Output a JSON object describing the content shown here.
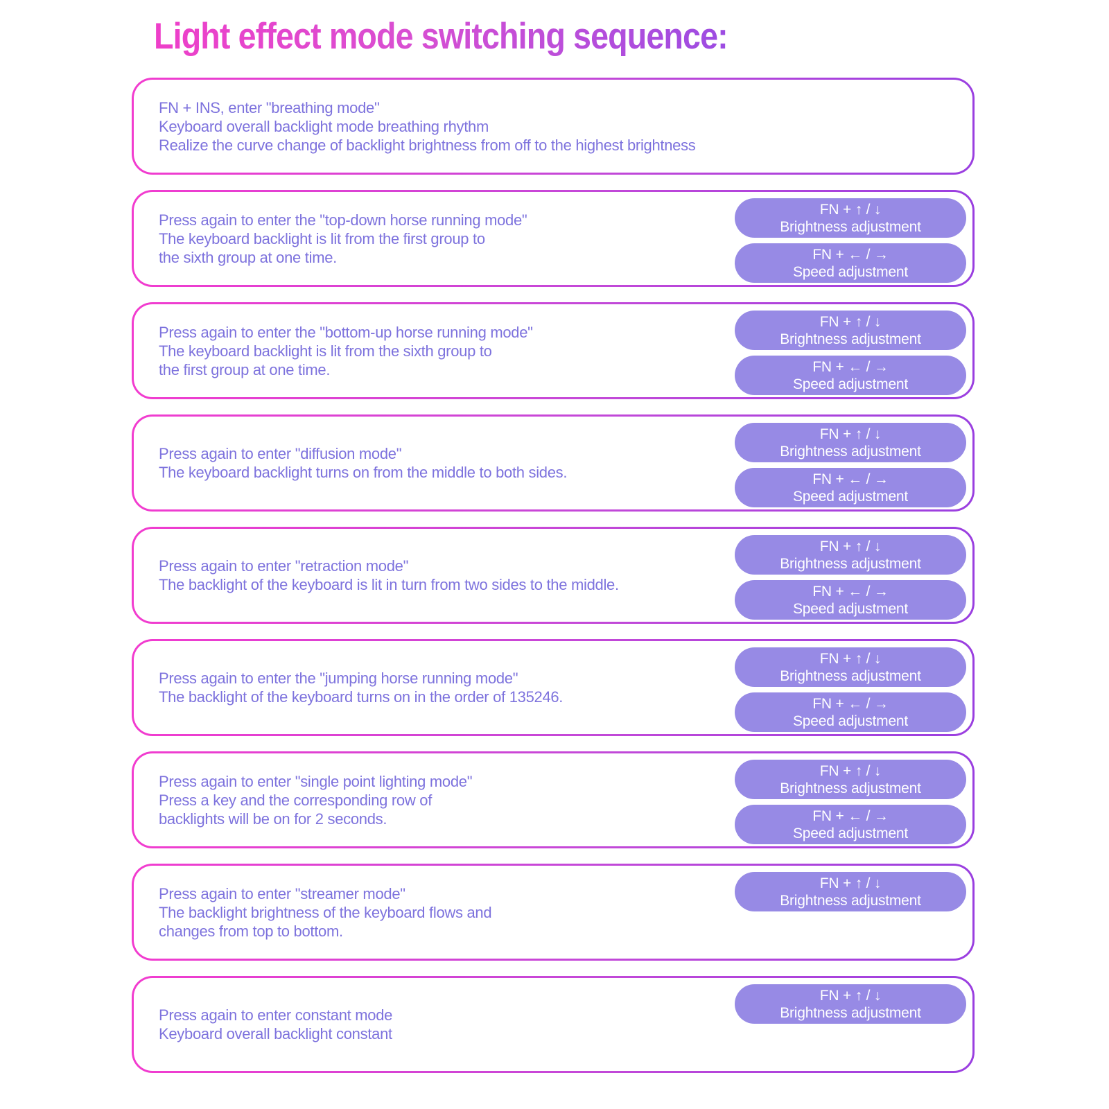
{
  "title": "Light effect mode switching sequence:",
  "colors": {
    "title_gradient_start": "#ee3fc9",
    "title_gradient_end": "#9c4ce2",
    "box_border_gradient_start": "#f23ccf",
    "box_border_gradient_end": "#9a3fe0",
    "body_text": "#7d72dd",
    "pill_background": "#978ae5",
    "pill_text": "#ffffff",
    "page_background": "#ffffff"
  },
  "pills": {
    "brightness": {
      "keys": "FN + ↑ / ↓",
      "label": "Brightness adjustment"
    },
    "speed": {
      "keys": "FN + ← / →",
      "label": "Speed adjustment"
    }
  },
  "boxes": [
    {
      "lines": [
        "FN + INS, enter \"breathing mode\"",
        "Keyboard overall backlight mode breathing rhythm",
        "Realize the curve change of backlight brightness from off to the highest brightness"
      ],
      "pills": []
    },
    {
      "lines": [
        "Press again to enter the \"top-down horse running mode\"",
        "The keyboard backlight is lit from the first group to",
        "the sixth group at one time."
      ],
      "pills": [
        "brightness",
        "speed"
      ]
    },
    {
      "lines": [
        "Press again to enter the \"bottom-up horse running mode\"",
        "The keyboard backlight is lit from the sixth group to",
        "the first group at one time."
      ],
      "pills": [
        "brightness",
        "speed"
      ]
    },
    {
      "lines": [
        "Press again to enter \"diffusion mode\"",
        "The keyboard backlight turns on from the middle to both sides."
      ],
      "pills": [
        "brightness",
        "speed"
      ]
    },
    {
      "lines": [
        "Press again to enter \"retraction mode\"",
        "The backlight of the keyboard is lit in turn from two sides to the middle."
      ],
      "pills": [
        "brightness",
        "speed"
      ]
    },
    {
      "lines": [
        "Press again to enter the \"jumping horse running mode\"",
        "The backlight of the keyboard turns on in the order of 135246."
      ],
      "pills": [
        "brightness",
        "speed"
      ]
    },
    {
      "lines": [
        "Press again to enter \"single point lighting mode\"",
        "Press a key and the corresponding row of",
        "backlights will be on for 2 seconds."
      ],
      "pills": [
        "brightness",
        "speed"
      ]
    },
    {
      "lines": [
        "Press again to enter \"streamer mode\"",
        "The backlight brightness of the keyboard flows and",
        "changes from top to bottom."
      ],
      "pills": [
        "brightness"
      ]
    },
    {
      "lines": [
        "Press again to enter constant mode",
        "Keyboard overall backlight constant"
      ],
      "pills": [
        "brightness"
      ]
    }
  ]
}
